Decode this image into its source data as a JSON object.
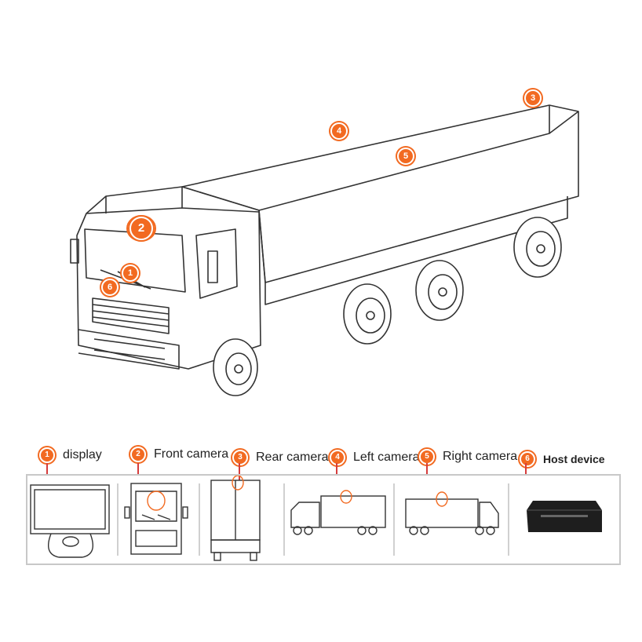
{
  "accent_color": "#f26a21",
  "markers": [
    "1",
    "2",
    "3",
    "4",
    "5",
    "6"
  ],
  "legend": [
    {
      "num": "1",
      "label": "display"
    },
    {
      "num": "2",
      "label": "Front camera"
    },
    {
      "num": "3",
      "label": "Rear camera"
    },
    {
      "num": "4",
      "label": "Left camera"
    },
    {
      "num": "5",
      "label": "Right camera"
    },
    {
      "num": "6",
      "label": "Host device"
    }
  ]
}
